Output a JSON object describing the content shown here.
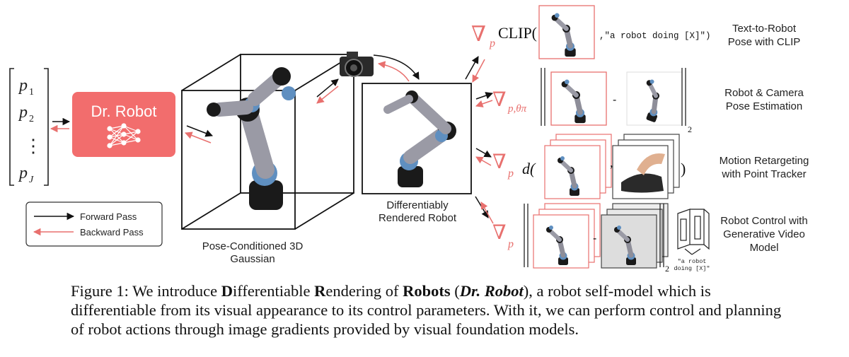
{
  "params": {
    "p1": "p",
    "p1_sub": "1",
    "p2": "p",
    "p2_sub": "2",
    "dots": "⋮",
    "pJ": "p",
    "pJ_sub": "J"
  },
  "drrobot_box": {
    "label": "Dr. Robot",
    "fill": "#f26d6d"
  },
  "legend": {
    "forward": "Forward Pass",
    "backward": "Backward Pass"
  },
  "labels": {
    "gaussian_line1": "Pose-Conditioned 3D",
    "gaussian_line2": "Gaussian",
    "rendered_line1": "Differentiably",
    "rendered_line2": "Rendered Robot"
  },
  "rows": [
    {
      "grad_sub": "p",
      "func": "CLIP(",
      "text": ",\"a robot doing [X]\")",
      "title1": "Text-to-Robot",
      "title2": "Pose with CLIP"
    },
    {
      "grad_sub": "p,θπ",
      "norm_sub": "2",
      "minus": "-",
      "title1": "Robot & Camera",
      "title2": "Pose Estimation"
    },
    {
      "grad_sub": "p",
      "func": "d(",
      "comma": ",",
      "close": ")",
      "title1": "Motion Retargeting",
      "title2": "with Point Tracker"
    },
    {
      "grad_sub": "p",
      "norm_sub": "2",
      "minus": "-",
      "title1": "Robot Control with",
      "title2": "Generative Video",
      "title3": "Model",
      "video_prompt1": "\"a robot",
      "video_prompt2": "doing [X]\""
    }
  ],
  "nabla": "∇",
  "colors": {
    "forward": "#111111",
    "backward": "#e8706e",
    "robot_blue": "#5f8fc0",
    "robot_gray": "#8e8e99",
    "robot_black": "#1a1a1a"
  },
  "caption": {
    "t1": "Figure 1: We introduce ",
    "b1": "D",
    "t2": "ifferentiable ",
    "b2": "R",
    "t3": "endering of ",
    "b3": "Robots",
    "t4": " (",
    "bi": "Dr. Robot",
    "t5": "), a robot self-model which is differentiable from its visual appearance to its control parameters. With it, we can perform control and planning of robot actions through image gradients provided by visual foundation models."
  }
}
